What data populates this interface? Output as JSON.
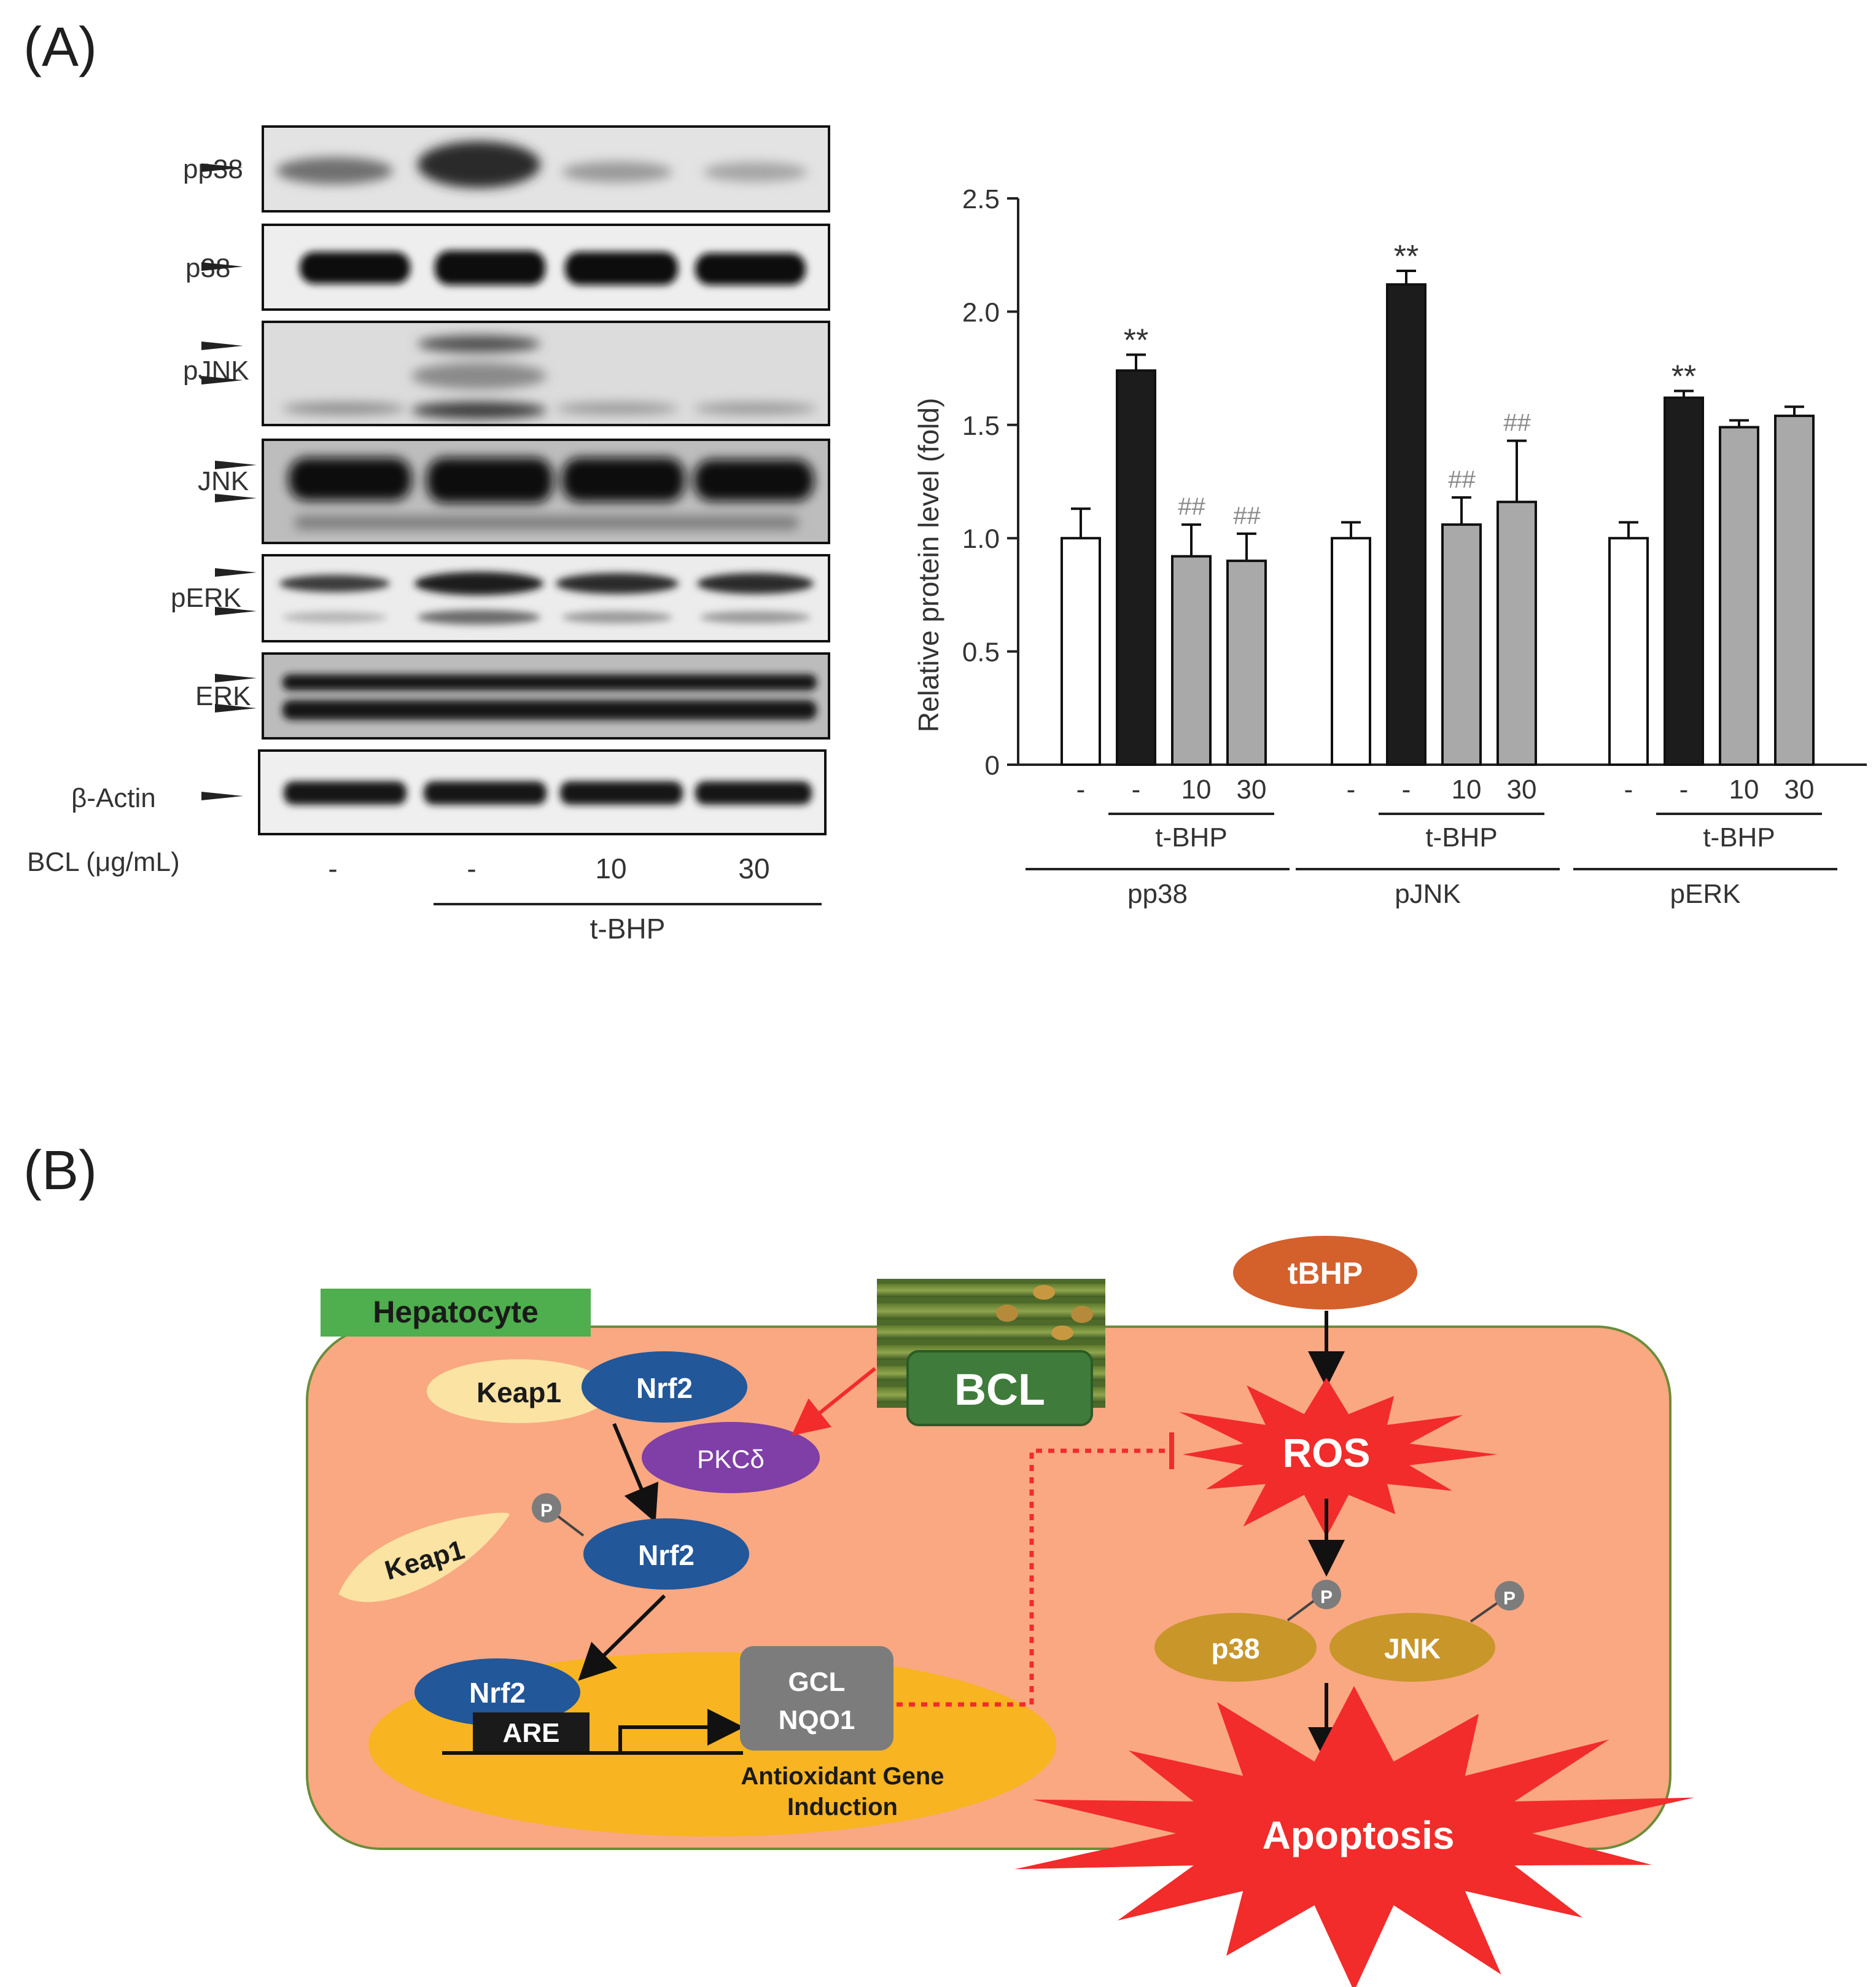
{
  "panel_a_label": "(A)",
  "panel_b_label": "(B)",
  "blot": {
    "rows": [
      "pp38",
      "p38",
      "pJNK",
      "JNK",
      "pERK",
      "ERK",
      "β-Actin"
    ],
    "treatment_label": "BCL (μg/mL)",
    "lanes": [
      "-",
      "-",
      "10",
      "30"
    ],
    "group_label": "t-BHP"
  },
  "chart_data": {
    "type": "bar",
    "ylabel": "Relative protein level (fold)",
    "ylim": [
      0,
      2.5
    ],
    "yticks": [
      "0",
      "0.5",
      "1.0",
      "1.5",
      "2.0",
      "2.5"
    ],
    "groups": [
      {
        "name": "pp38",
        "bars": [
          {
            "label": "-",
            "value": 1.0,
            "error": 0.13,
            "color": "#ffffff",
            "annotation": ""
          },
          {
            "label": "-",
            "value": 1.74,
            "error": 0.07,
            "color": "#1c1c1c",
            "annotation": "**"
          },
          {
            "label": "10",
            "value": 0.92,
            "error": 0.14,
            "color": "#a9a9a9",
            "annotation": "##"
          },
          {
            "label": "30",
            "value": 0.9,
            "error": 0.12,
            "color": "#a9a9a9",
            "annotation": "##"
          }
        ]
      },
      {
        "name": "pJNK",
        "bars": [
          {
            "label": "-",
            "value": 1.0,
            "error": 0.07,
            "color": "#ffffff",
            "annotation": ""
          },
          {
            "label": "-",
            "value": 2.12,
            "error": 0.06,
            "color": "#1c1c1c",
            "annotation": "**"
          },
          {
            "label": "10",
            "value": 1.06,
            "error": 0.12,
            "color": "#a9a9a9",
            "annotation": "##"
          },
          {
            "label": "30",
            "value": 1.16,
            "error": 0.27,
            "color": "#a9a9a9",
            "annotation": "##"
          }
        ]
      },
      {
        "name": "pERK",
        "bars": [
          {
            "label": "-",
            "value": 1.0,
            "error": 0.07,
            "color": "#ffffff",
            "annotation": ""
          },
          {
            "label": "-",
            "value": 1.62,
            "error": 0.03,
            "color": "#1c1c1c",
            "annotation": "**"
          },
          {
            "label": "10",
            "value": 1.49,
            "error": 0.03,
            "color": "#a9a9a9",
            "annotation": ""
          },
          {
            "label": "30",
            "value": 1.54,
            "error": 0.04,
            "color": "#a9a9a9",
            "annotation": ""
          }
        ]
      }
    ],
    "treatment_label": "t-BHP"
  },
  "scheme": {
    "cell_label": "Hepatocyte",
    "keap1": "Keap1",
    "nrf2": "Nrf2",
    "pkc": "PKCδ",
    "p": "P",
    "are": "ARE",
    "genes": [
      "GCL",
      "NQO1"
    ],
    "induction": [
      "Antioxidant Gene",
      "Induction"
    ],
    "bcl": "BCL",
    "tbhp": "tBHP",
    "ros": "ROS",
    "p38": "p38",
    "jnk": "JNK",
    "apoptosis": "Apoptosis",
    "colors": {
      "cell": "#f9a882",
      "nucleus": "#f8b421",
      "nrf2": "#22579a",
      "keap1": "#fbe3a3",
      "pkc": "#7f3fa6",
      "bcl": "#3f7b3a",
      "tbhp": "#d4602c",
      "red": "#f22b2b",
      "kinase": "#c9962a",
      "gray": "#7c7c7c",
      "green_label": "#4fae4d"
    }
  }
}
